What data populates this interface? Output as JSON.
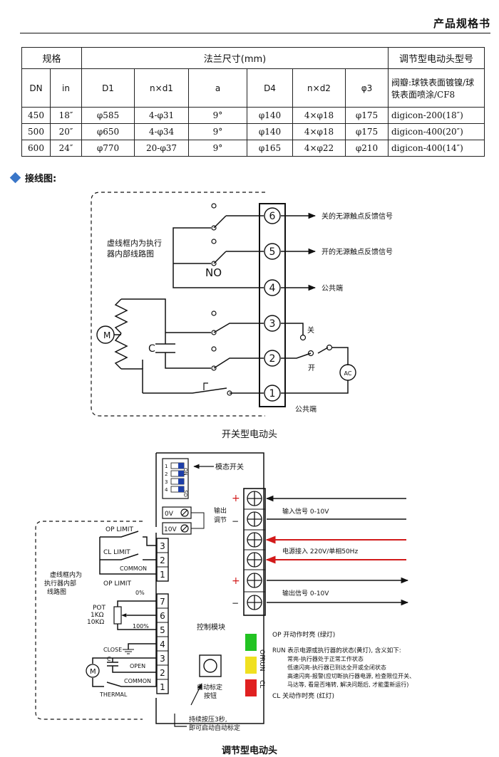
{
  "header": {
    "title": "产品规格书"
  },
  "spec_table": {
    "group_spec": "规格",
    "group_flange": "法兰尺寸(mm)",
    "group_model": "调节型电动头型号",
    "col_dn": "DN",
    "col_in": "in",
    "col_d1": "D1",
    "col_nxd1": "n×d1",
    "col_a": "a",
    "col_d4": "D4",
    "col_nxd2": "n×d2",
    "col_phi3": "φ3",
    "model_note": "阀瓣:球铁表面镀镍/球铁表面喷涂/CF8",
    "rows": [
      {
        "dn": "450",
        "in": "18″",
        "d1": "φ585",
        "nxd1": "4-φ31",
        "a": "9°",
        "d4": "φ140",
        "nxd2": "4×φ18",
        "phi3": "φ175",
        "model": "digicon-200(18″)"
      },
      {
        "dn": "500",
        "in": "20″",
        "d1": "φ650",
        "nxd1": "4-φ34",
        "a": "9°",
        "d4": "φ140",
        "nxd2": "4×φ18",
        "phi3": "φ175",
        "model": "digicon-400(20″)"
      },
      {
        "dn": "600",
        "in": "24″",
        "d1": "φ770",
        "nxd1": "20-φ37",
        "a": "9°",
        "d4": "φ165",
        "nxd2": "4×φ22",
        "phi3": "φ210",
        "model": "digicon-400(14″)"
      }
    ]
  },
  "section": {
    "title": "接线图:"
  },
  "onoff": {
    "inner_note": "虚线框内为执行器内部线路图",
    "motor": "M",
    "cap": "C",
    "no": "NO",
    "terms": [
      "6",
      "5",
      "4",
      "3",
      "2",
      "1"
    ],
    "t6": "关的无源触点反馈信号",
    "t5": "开的无源触点反馈信号",
    "t4": "公共端",
    "close": "关",
    "open": "开",
    "ac": "AC",
    "common": "公共端",
    "caption": "开关型电动头"
  },
  "modulating": {
    "dip_label": "模态开关",
    "dip_on": "ON",
    "dip_nums": [
      "1",
      "2",
      "3",
      "4"
    ],
    "dip_sd": "SD",
    "pot0v": "0V",
    "pot10v": "10V",
    "out_adj": "输出调节",
    "plus": "+",
    "minus": "−",
    "input_signal": "输入信号 0-10V",
    "power": "电源接入 220V/单相50Hz",
    "output_signal": "输出信号 0-10V",
    "inner_note": "虚线框内为执行器内部线路图",
    "op_limit": "OP  LIMIT",
    "cl_limit": "CL  LIMIT",
    "common": "COMMON",
    "op_limit2": "OP  LIMIT",
    "pct0": "0%",
    "pot": "POT",
    "pot_r1": "1KΩ",
    "pot_r2": "10KΩ",
    "pct100": "100%",
    "close": "CLOSE",
    "open": "OPEN",
    "common2": "COMMON",
    "thermal": "THERMAL",
    "motor": "M",
    "cap": "C",
    "control_module": "控制模块",
    "auto_btn": "自动标定按钮",
    "hold_note1": "持续按压3秒,",
    "hold_note2": "即可启动自动标定",
    "led_op": "OP",
    "led_run": "RUN",
    "led_cl": "CL",
    "op_desc": "OP 开动作时亮 (绿灯)",
    "run_desc": "RUN 表示电源或执行器的状态(黄灯), 含义如下:",
    "run_l1": "常亮-执行器处于正常工作状态",
    "run_l2": "低速闪亮-执行器已到达全开或全闭状态",
    "run_l3": "高速闪亮-报警(应切断执行器电源, 检查限位开关、",
    "run_l4": "马达等, 看是否堵转, 解决问题后, 才能重新运行)",
    "cl_desc": "CL 关动作时亮 (红灯)",
    "terms_a": [
      "3",
      "2",
      "1"
    ],
    "terms_b": [
      "7",
      "6",
      "5",
      "4",
      "3",
      "2",
      "1"
    ],
    "caption": "调节型电动头"
  },
  "colors": {
    "accent": "#3a76c8",
    "arrow_red": "#d21a1a",
    "led_green": "#22c322",
    "led_yellow": "#f0e020",
    "led_red": "#e02020"
  }
}
